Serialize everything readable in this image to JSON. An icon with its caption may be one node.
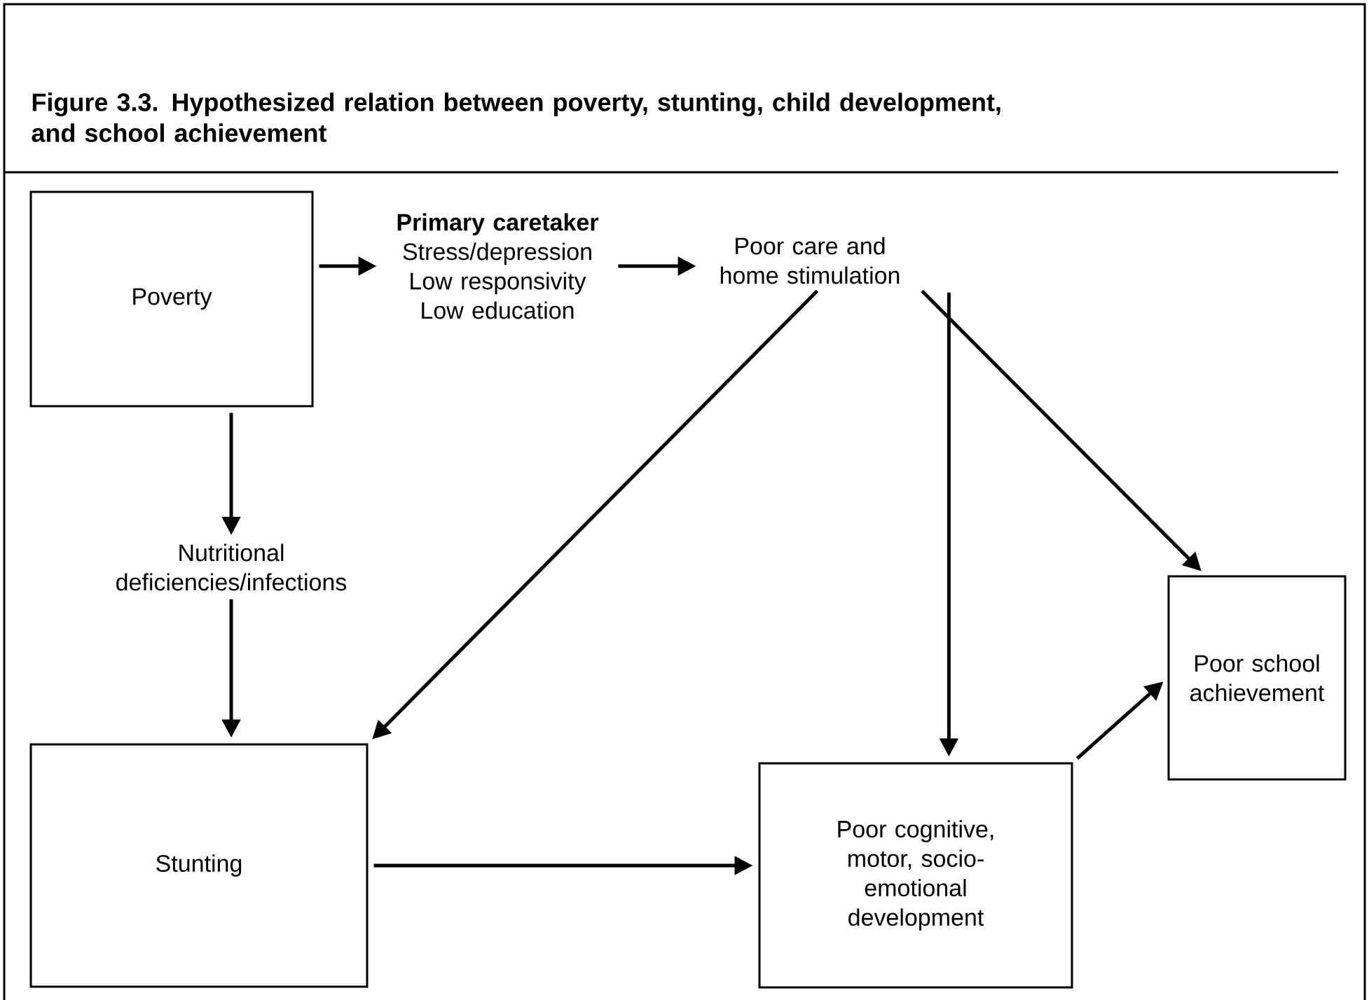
{
  "diagram": {
    "title": "Figure 3.3. Hypothesized relation between poverty, stunting, child development, and school achievement",
    "nodes": [
      {
        "text": [
          "Poverty"
        ]
      },
      {
        "text": [
          "Primary caretaker",
          "Stress/depression Low responsivity Low education"
        ]
      },
      {
        "text": [
          "Poor care and home stimulation"
        ]
      },
      {
        "text": [
          "Nutritional deficiencies/infections"
        ]
      },
      {
        "text": [
          "Stunting"
        ]
      },
      {
        "text": [
          "Poor cognitive, motor, socio-emotional development"
        ]
      },
      {
        "text": [
          "Poor school achievement"
        ]
      }
    ],
    "edges": [
      {
        "from": 0,
        "to": 1,
        "arrow": "to"
      },
      {
        "from": 1,
        "to": 2,
        "arrow": "to"
      },
      {
        "from": 2,
        "to": 6,
        "arrow": "to"
      },
      {
        "from": 2,
        "to": 4,
        "arrow": "to"
      },
      {
        "from": 2,
        "to": 5,
        "arrow": "to"
      },
      {
        "from": 0,
        "to": 3,
        "arrow": "to"
      },
      {
        "from": 3,
        "to": 4,
        "arrow": "to"
      },
      {
        "from": 4,
        "to": 5,
        "arrow": "to"
      },
      {
        "from": 5,
        "to": 6,
        "arrow": "to"
      }
    ]
  }
}
